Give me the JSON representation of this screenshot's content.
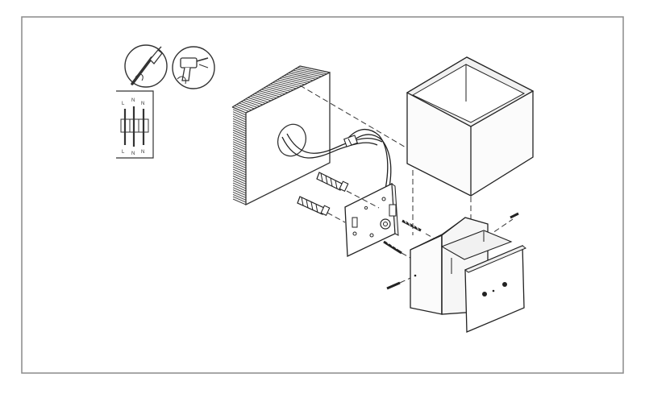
{
  "colors": {
    "background": "#ffffff",
    "frame": "#8a8a8a",
    "line": "#2a2a2a",
    "box_fill": "#fbfbfb",
    "inner_fill": "#f3f3f3",
    "hatch": "#444444"
  },
  "terminal_block": {
    "top_labels": [
      "L",
      "N",
      "N"
    ],
    "bottom_labels": [
      "L",
      "N",
      "N"
    ]
  },
  "icons": [
    "screwdriver-icon",
    "drill-icon"
  ]
}
